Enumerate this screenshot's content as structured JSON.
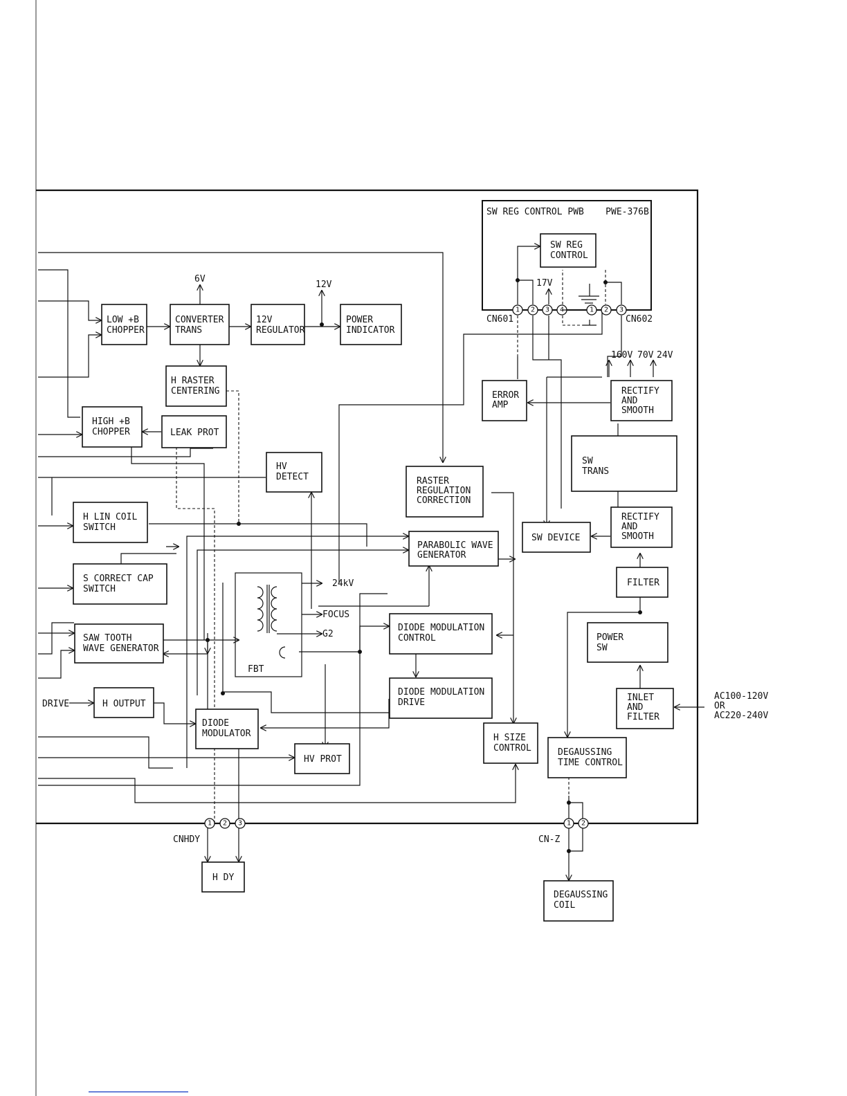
{
  "blocks": {
    "sw_reg_control_pwb": "SW REG CONTROL PWB    PWE-376B",
    "sw_reg_control": [
      "SW REG",
      "CONTROL"
    ],
    "low_b_chopper": [
      "LOW +B",
      "CHOPPER"
    ],
    "converter_trans": [
      "CONVERTER",
      "TRANS"
    ],
    "regulator_12v": [
      "12V",
      "REGULATOR"
    ],
    "power_indicator": [
      "POWER",
      "INDICATOR"
    ],
    "h_raster_centering": [
      "H RASTER",
      "CENTERING"
    ],
    "high_b_chopper": [
      "HIGH +B",
      "CHOPPER"
    ],
    "leak_prot": [
      "LEAK PROT"
    ],
    "hv_detect": [
      "HV",
      "DETECT"
    ],
    "raster_regulation_correction": [
      "RASTER",
      "REGULATION",
      "CORRECTION"
    ],
    "error_amp": [
      "ERROR",
      "AMP"
    ],
    "rectify_smooth_top": [
      "RECTIFY",
      "AND",
      "SMOOTH"
    ],
    "sw_trans": [
      "SW",
      "TRANS"
    ],
    "rectify_smooth_bottom": [
      "RECTIFY",
      "AND",
      "SMOOTH"
    ],
    "sw_device": [
      "SW DEVICE"
    ],
    "h_lin_coil_switch": [
      "H LIN COIL",
      "SWITCH"
    ],
    "parabolic_wave_generator": [
      "PARABOLIC WAVE",
      "GENERATOR"
    ],
    "s_correct_cap_switch": [
      "S CORRECT CAP",
      "SWITCH"
    ],
    "filter": [
      "FILTER"
    ],
    "saw_tooth_wave_generator": [
      "SAW TOOTH",
      "WAVE GENERATOR"
    ],
    "diode_modulation_control": [
      "DIODE MODULATION",
      "CONTROL"
    ],
    "power_sw": [
      "POWER",
      "SW"
    ],
    "drive": "DRIVE",
    "h_output": [
      "H OUTPUT"
    ],
    "diode_modulator": [
      "DIODE",
      "MODULATOR"
    ],
    "diode_modulation_drive": [
      "DIODE MODULATION",
      "DRIVE"
    ],
    "inlet_and_filter": [
      "INLET",
      "AND",
      "FILTER"
    ],
    "hv_prot": [
      "HV PROT"
    ],
    "h_size_control": [
      "H SIZE",
      "CONTROL"
    ],
    "degaussing_time_control": [
      "DEGAUSSING",
      "TIME CONTROL"
    ],
    "h_dy": [
      "H DY"
    ],
    "degaussing_coil": [
      "DEGAUSSING",
      "COIL"
    ]
  },
  "labels": {
    "v6": "6V",
    "v12": "12V",
    "v17": "17V",
    "v160": "160V",
    "v70": "70V",
    "v24": "24V",
    "cn601": "CN601",
    "cn602": "CN602",
    "kv24": "24kV",
    "focus": "FOCUS",
    "g2": "G2",
    "fbt": "FBT",
    "cnhdy": "CNHDY",
    "cnz": "CN-Z",
    "ac_input": [
      "AC100-120V",
      "OR",
      "AC220-240V"
    ]
  },
  "pins": {
    "cn601": [
      "1",
      "2",
      "3",
      "4"
    ],
    "cn602": [
      "1",
      "2",
      "3"
    ],
    "cnhdy": [
      "1",
      "2",
      "3"
    ],
    "cnz": [
      "1",
      "2"
    ]
  }
}
